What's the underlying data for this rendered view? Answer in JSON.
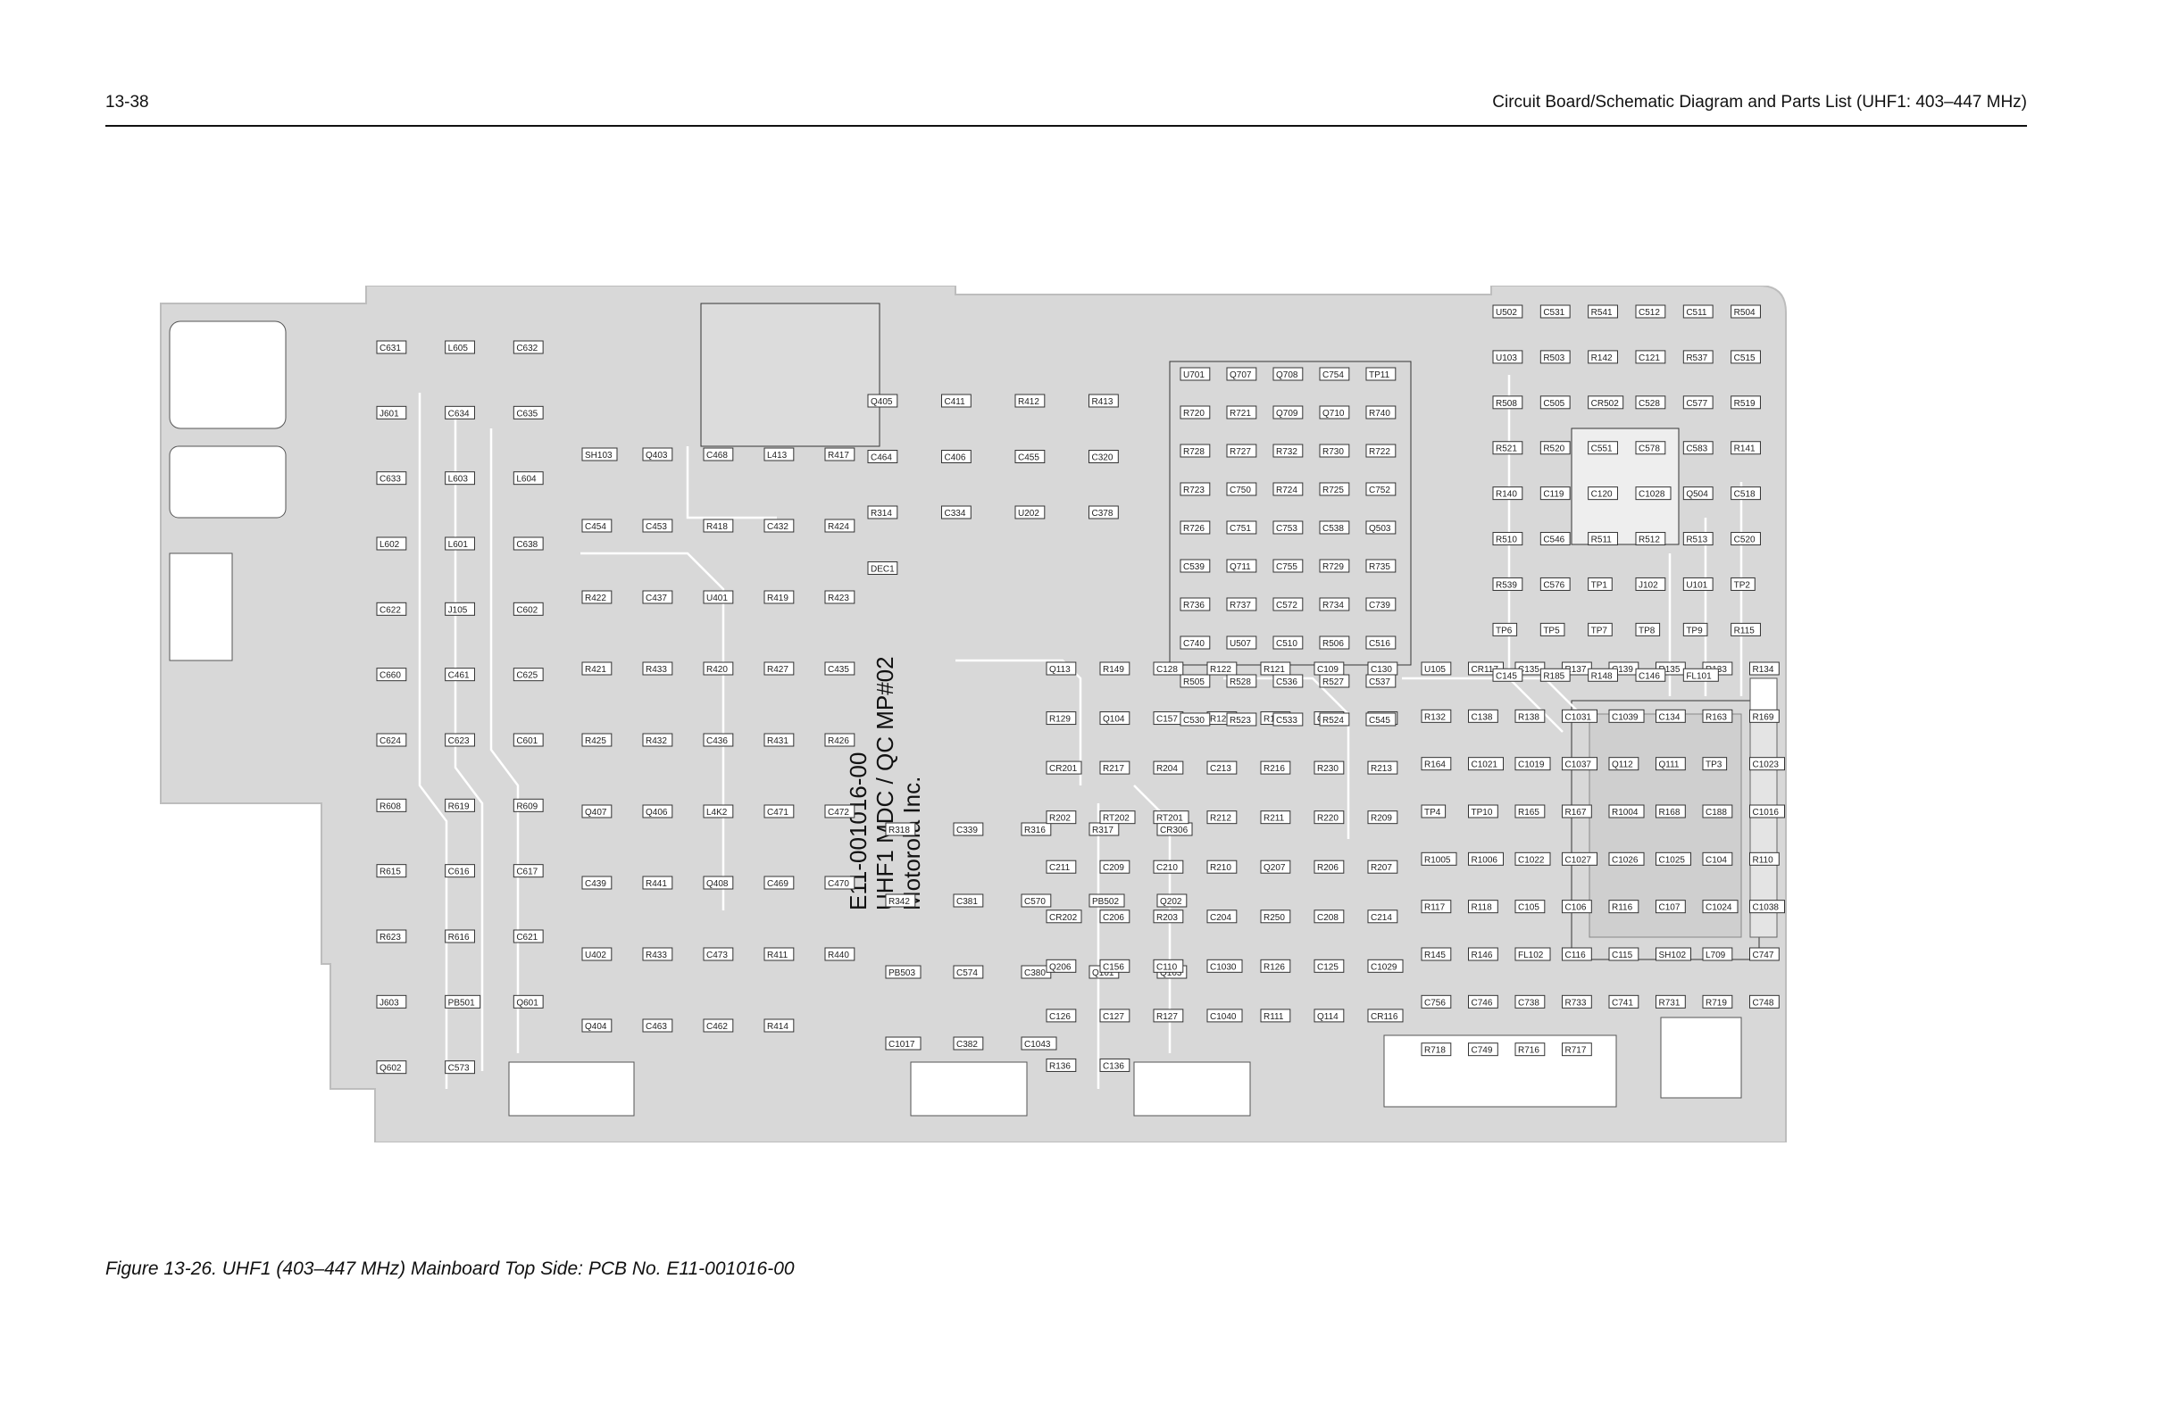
{
  "header": {
    "page_number": "13-38",
    "section_title": "Circuit Board/Schematic Diagram and Parts List (UHF1: 403–447 MHz)"
  },
  "board": {
    "silkscreen_lines": [
      "E11-001016-00",
      "UHF1 MDC / QC MP#02",
      "Motorola Inc."
    ],
    "components": [
      "C631",
      "L605",
      "C632",
      "J601",
      "C634",
      "C635",
      "C633",
      "L603",
      "L604",
      "L602",
      "L601",
      "C638",
      "C622",
      "J105",
      "C602",
      "C660",
      "C461",
      "C625",
      "C624",
      "C623",
      "C601",
      "R608",
      "R619",
      "R609",
      "R615",
      "C616",
      "C617",
      "R623",
      "R616",
      "C621",
      "J603",
      "PB501",
      "Q601",
      "Q602",
      "C573",
      "SH103",
      "Q403",
      "C468",
      "L413",
      "R417",
      "C454",
      "C453",
      "R418",
      "C432",
      "R424",
      "R422",
      "C437",
      "U401",
      "R419",
      "R423",
      "R421",
      "R433",
      "R420",
      "R427",
      "C435",
      "R425",
      "R432",
      "C436",
      "R431",
      "R426",
      "Q407",
      "Q406",
      "L4K2",
      "C471",
      "C472",
      "C439",
      "R441",
      "Q408",
      "C469",
      "C470",
      "U402",
      "R433",
      "C473",
      "R411",
      "R440",
      "Q404",
      "C463",
      "C462",
      "R414",
      "Q405",
      "C411",
      "R412",
      "R413",
      "C464",
      "C406",
      "C455",
      "C320",
      "R314",
      "C334",
      "U202",
      "C378",
      "DEC1",
      "R318",
      "C339",
      "R316",
      "R317",
      "CR306",
      "R342",
      "C381",
      "C570",
      "PB502",
      "Q202",
      "PB503",
      "C574",
      "C380",
      "Q101",
      "Q103",
      "C1017",
      "C382",
      "C1043",
      "Q113",
      "R149",
      "C128",
      "R122",
      "R121",
      "C109",
      "C130",
      "R129",
      "Q104",
      "C157",
      "R128",
      "R192",
      "Q102",
      "C158",
      "CR201",
      "R217",
      "R204",
      "C213",
      "R216",
      "R230",
      "R213",
      "R202",
      "RT202",
      "RT201",
      "R212",
      "R211",
      "R220",
      "R209",
      "C211",
      "C209",
      "C210",
      "R210",
      "Q207",
      "R206",
      "R207",
      "CR202",
      "C206",
      "R203",
      "C204",
      "R250",
      "C208",
      "C214",
      "Q206",
      "C156",
      "C110",
      "C1030",
      "R126",
      "C125",
      "C1029",
      "C126",
      "C127",
      "R127",
      "C1040",
      "R111",
      "Q114",
      "CR116",
      "R136",
      "C136",
      "U105",
      "CR117",
      "C135",
      "R137",
      "C139",
      "R135",
      "R133",
      "R134",
      "R132",
      "C138",
      "R138",
      "C1031",
      "C1039",
      "C134",
      "R163",
      "R169",
      "R164",
      "C1021",
      "C1019",
      "C1037",
      "Q112",
      "Q111",
      "TP3",
      "C1023",
      "TP4",
      "TP10",
      "R165",
      "R167",
      "R1004",
      "R168",
      "C188",
      "C1016",
      "R1005",
      "R1006",
      "C1022",
      "C1027",
      "C1026",
      "C1025",
      "C104",
      "R110",
      "R117",
      "R118",
      "C105",
      "C106",
      "R116",
      "C107",
      "C1024",
      "C1038",
      "R145",
      "R146",
      "FL102",
      "C116",
      "C115",
      "SH102",
      "L709",
      "C747",
      "C756",
      "C746",
      "C738",
      "R733",
      "C741",
      "R731",
      "R719",
      "C748",
      "R718",
      "C749",
      "R716",
      "R717",
      "U701",
      "Q707",
      "Q708",
      "C754",
      "TP11",
      "R720",
      "R721",
      "Q709",
      "Q710",
      "R740",
      "R728",
      "R727",
      "R732",
      "R730",
      "R722",
      "R723",
      "C750",
      "R724",
      "R725",
      "C752",
      "R726",
      "C751",
      "C753",
      "C538",
      "Q503",
      "C539",
      "Q711",
      "C755",
      "R729",
      "R735",
      "R736",
      "R737",
      "C572",
      "R734",
      "C739",
      "C740",
      "U507",
      "C510",
      "R506",
      "C516",
      "R505",
      "R528",
      "C536",
      "R527",
      "C537",
      "C530",
      "R523",
      "C533",
      "R524",
      "C545",
      "U502",
      "C531",
      "R541",
      "C512",
      "C511",
      "R504",
      "U103",
      "R503",
      "R142",
      "C121",
      "R537",
      "C515",
      "R508",
      "C505",
      "CR502",
      "C528",
      "C577",
      "R519",
      "R521",
      "R520",
      "C551",
      "C578",
      "C583",
      "R141",
      "R140",
      "C119",
      "C120",
      "C1028",
      "Q504",
      "C518",
      "R510",
      "C546",
      "R511",
      "R512",
      "R513",
      "C520",
      "R539",
      "C576",
      "TP1",
      "J102",
      "U101",
      "TP2",
      "TP6",
      "TP5",
      "TP7",
      "TP8",
      "TP9",
      "R115",
      "C145",
      "R185",
      "R148",
      "C146",
      "FL101"
    ]
  },
  "caption": "Figure 13-26. UHF1 (403–447 MHz) Mainboard Top Side: PCB No. E11-001016-00"
}
